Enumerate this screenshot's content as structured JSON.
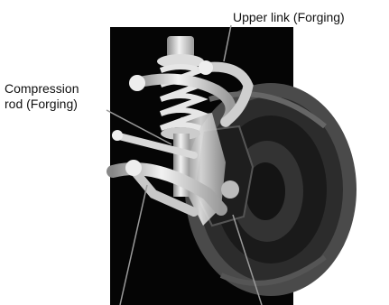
{
  "labels": {
    "upper_link": "Upper link (Forging)",
    "compression_rod_line1": "Compression",
    "compression_rod_line2": "rod (Forging)"
  },
  "colors": {
    "background": "#000000",
    "metal": "#d8d8d8",
    "tire": "#3a3a3a",
    "leader_line": "#999999"
  }
}
